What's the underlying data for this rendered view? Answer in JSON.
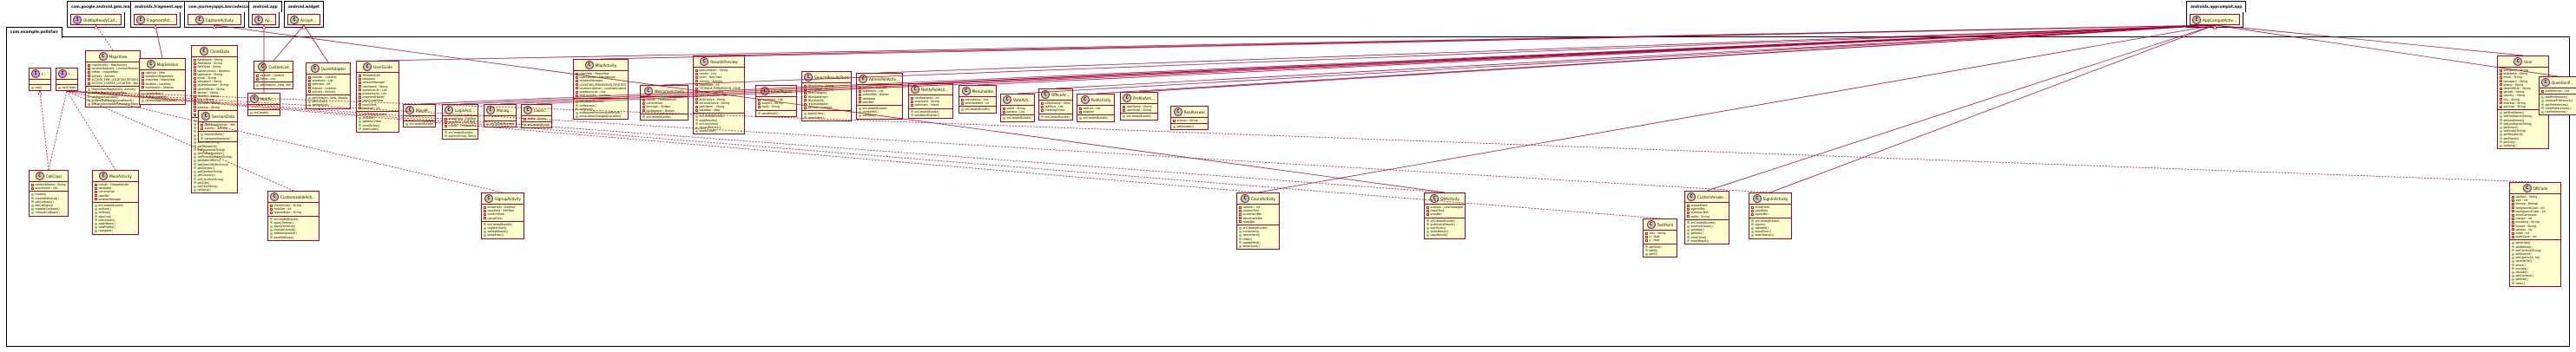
{
  "external_packages": [
    {
      "name": "com.google.android.gms.maps",
      "classes": [
        "OnMapReadyCallback"
      ]
    },
    {
      "name": "androidx.fragment.app",
      "classes": [
        "FragmentActivity"
      ]
    },
    {
      "name": "com.journeyapps.barcodescanner",
      "classes": [
        "CaptureActivity"
      ]
    },
    {
      "name": "android.app",
      "classes": [
        "Application"
      ]
    },
    {
      "name": "android.widget",
      "classes": [
        "ArrayAdapter"
      ]
    },
    {
      "name": "androidx.appcompat.app",
      "classes": [
        "AppCompatActivity"
      ]
    }
  ],
  "main_package": "com.example.pollsfair",
  "classes": [
    {
      "name": "ICallableNoArgs",
      "kind": "i",
      "sections": [
        [],
        [
          "+ call()"
        ]
      ]
    },
    {
      "name": "ICallableArgs",
      "kind": "i",
      "sections": [
        [],
        [
          "+ call(Object)"
        ]
      ]
    },
    {
      "name": "MapsView",
      "kind": "c",
      "sections": [
        [
          "- mapActivity : MapActivity",
          "- locationRequest : LocationRequest",
          "- mMap : GoogleMap",
          "- activity : Activity",
          "- ACCESS_FINE_LOCATION_REQUEST_CODE",
          "- ACCESS_COARSE_LOCATION : Boolean"
        ],
        [
          "+ MapsView(MapActivity, Activity)",
          "+ onMapReady(GoogleMap)",
          "+ getMapIfAvailable()",
          "+ onRequestPermissionsResult()",
          "+ setLocationUpdates(locationManager)"
        ]
      ]
    },
    {
      "name": "MapSession",
      "kind": "c",
      "sections": [
        [
          "- userList : Map",
          "- questionsRepository",
          "- mapView : MapsView",
          "- location : Location",
          "- mySession : Session"
        ],
        [
          "+ updateMap()",
          "+ onMapLoaded()",
          "+ refreshMapQuestions()"
        ]
      ]
    },
    {
      "name": "ClientData",
      "kind": "c",
      "sections": [
        [
          "- fieldName : String",
          "- fieldValue : String",
          "- fieldType : String",
          "- isAnonymous : Boolean",
          "- username : String",
          "- email : String",
          "- password : String",
          "- phoneNumber : String",
          "- dateOfBirth : String",
          "- gender : String",
          "- country : String",
          "- city : String",
          "- zipCode : String",
          "- address : String",
          "- questionsCount : int",
          "- answersCount : int"
        ],
        [
          "+ getFieldName()",
          "+ getFieldValue()",
          "+ setFieldValue(String)",
          "+ getUsername()",
          "+ setUsername(String)",
          "+ getEmail()",
          "+ setEmail(String)",
          "+ getPassword()",
          "+ setPassword(String)",
          "+ getPhoneNumber()",
          "+ setPhoneNumber(String)",
          "+ getDateOfBirth()",
          "+ setDateOfBirth(String)",
          "+ getGender()",
          "+ setGender(String)",
          "+ getCountry()",
          "+ setCountry(String)",
          "+ getCity()",
          "+ setCity(String)",
          "+ toString()"
        ]
      ]
    },
    {
      "name": "SessionData",
      "kind": "c",
      "sections": [
        [
          "- dateTimeFormat : String",
          "- activity : Activity"
        ],
        [
          "+ SessionData()",
          "+ compareSessions()"
        ]
      ]
    },
    {
      "name": "NotificationApp",
      "kind": "c",
      "sections": [
        [],
        [
          "+ onCreate()"
        ]
      ]
    },
    {
      "name": "CustomList",
      "kind": "c",
      "sections": [
        [
          "- context : Context",
          "- items : List"
        ],
        [
          "+ getView(int, View, ViewGroup)"
        ]
      ]
    },
    {
      "name": "QuestAdapter",
      "kind": "c",
      "sections": [
        [
          "- context : Context",
          "- questions : List",
          "- selected : int",
          "- listener : Listener",
          "- activity : Activity"
        ],
        [
          "+ getView(int, View, ViewGroup)",
          "+ getCount()",
          "+ getItem(int)"
        ]
      ]
    },
    {
      "name": "UserGuide",
      "kind": "c",
      "sections": [
        [
          "- firebaseAuth",
          "- database",
          "- sessionManager",
          "- userName : String",
          "- questionList : List",
          "- answersList : List",
          "- fragmentHolder",
          "- userGuideView",
          "- scrollView",
          "- textSize : int"
        ],
        [
          "+ onCreate(Bundle)",
          "+ onStart()",
          "+ goBack(View)",
          "+ scrollToTop()",
          "+ loadGuide()"
        ]
      ]
    },
    {
      "name": "MainMenuActivity",
      "kind": "c",
      "sections": [
        [],
        [
          "+ onCreate(Bundle)"
        ]
      ]
    },
    {
      "name": "LoginActivity",
      "kind": "c",
      "sections": [
        [
          "- emailField : EditText",
          "- passField : EditText",
          "- mAuth : FirebaseAuth"
        ],
        [
          "+ onCreate(Bundle)",
          "+ signIn(String, String)"
        ]
      ]
    },
    {
      "name": "ManagerActivity",
      "kind": "c",
      "sections": [
        [],
        [
          "+ onCreate(Bundle)"
        ]
      ]
    },
    {
      "name": "LaunchPoll",
      "kind": "c",
      "sections": [
        [
          "- pollId : String"
        ],
        [
          "+ onCreate(Bundle)"
        ]
      ]
    },
    {
      "name": "MapActivity",
      "kind": "c",
      "sections": [
        [
          "- mapView : MapsView",
          "- mapSession : MapSession",
          "- locationManager",
          "- LOCATION_PERMISSION_REQUEST",
          "- locationListener : LocationListener",
          "- questionsList : List",
          "- lastLocation : Location"
        ],
        [
          "+ onCreate(Bundle)",
          "+ onResume()",
          "+ onPause()",
          "+ onRequestPermissionsResult()",
          "+ onLocationChanged(Location)"
        ]
      ]
    },
    {
      "name": "WelcomeActivity",
      "kind": "c",
      "sections": [
        [
          "- mAuth : FirebaseAuth",
          "- currentUser",
          "- btnLogin : Button",
          "- btnRegister : Button"
        ],
        [
          "+ onCreate(Bundle)"
        ]
      ]
    },
    {
      "name": "ResultsPreview",
      "kind": "c",
      "sections": [
        [
          "- pollQuestion : String",
          "- results : List",
          "- chart : BarChart",
          "- activity : Activity",
          "- totalVotes : int",
          "- STORAGE_PERMISSION_CODE",
          "- context : Context",
          "- selectedOption : int",
          "- firstChoice : String",
          "- secondChoice : String",
          "- pollOwner : String",
          "- voteMap : Map"
        ],
        [
          "+ onCreate(Bundle)",
          "+ loadResults()",
          "+ onClick(View)",
          "+ exportResults()",
          "+ showChart()"
        ]
      ]
    },
    {
      "name": "EmailAgent",
      "kind": "c",
      "sections": [
        [
          "- recipients : List",
          "- subject : String",
          "- body : String"
        ],
        [
          "+ sendEmail()"
        ]
      ]
    },
    {
      "name": "SearchResultsTools",
      "kind": "c",
      "sections": [
        [
          "- filterQuery : String",
          "- sortOption : String",
          "- filterCategory",
          "- filterDateFrom",
          "- filterDateTo",
          "- resultsAdapter",
          "- context : Context"
        ],
        [
          "+ applyFilter()",
          "+ clearFilter()"
        ]
      ]
    },
    {
      "name": "AdminPollActivity",
      "kind": "c",
      "sections": [
        [
          "- pollTitle : EditText",
          "- questions : List",
          "- submitBtn : Button",
          "- database",
          "- pollsRef"
        ],
        [
          "+ onCreate(Bundle)",
          "+ createPoll()",
          "+ validate()"
        ]
      ]
    },
    {
      "name": "NotifyPollActivity",
      "kind": "c",
      "sections": [
        [
          "- notificationId : int",
          "- channelId : String",
          "- pollIntent : Intent"
        ],
        [
          "+ onCreate(Bundle)",
          "+ sendNotification()"
        ]
      ]
    },
    {
      "name": "Menuholder",
      "kind": "c",
      "sections": [
        [
          "- menuItems : List",
          "- selectedItem : int"
        ],
        [
          "+ onCreate(Bundle)"
        ]
      ]
    },
    {
      "name": "VoteActivity",
      "kind": "c",
      "sections": [
        [
          "- pollId : String",
          "- options : List"
        ],
        [
          "+ onCreate(Bundle)"
        ]
      ]
    },
    {
      "name": "OfficeActivity",
      "kind": "c",
      "sections": [
        [
          "- officeName : String",
          "- staffList : List",
          "- meetingTimes"
        ],
        [
          "+ onCreate(Bundle)"
        ]
      ]
    },
    {
      "name": "PollActivity",
      "kind": "c",
      "sections": [
        [
          "- pollList : List",
          "- adapter"
        ],
        [
          "+ onCreate(Bundle)"
        ]
      ]
    },
    {
      "name": "ProfileActivity",
      "kind": "c",
      "sections": [
        [
          "- userName : String",
          "- userEmail : String"
        ],
        [
          "+ onCreate(Bundle)"
        ]
      ]
    },
    {
      "name": "RealAnswer",
      "kind": "c",
      "sections": [
        [
          "- answer : String"
        ],
        [
          "+ getAnswer()"
        ]
      ]
    },
    {
      "name": "User",
      "kind": "c",
      "sections": [
        [
          "- firstName : String",
          "- lastName : String",
          "- email : String",
          "- password : String",
          "- phone : String",
          "- dateOfBirth : String",
          "- gender : String",
          "- country : String",
          "- city : String",
          "- address : String",
          "- zipCode : String"
        ],
        [
          "+ getFirstName()",
          "+ setFirstName(String)",
          "+ getLastName()",
          "+ setLastName(String)",
          "+ getEmail()",
          "+ setEmail(String)",
          "+ getPassword()",
          "+ getPhone()",
          "+ getCity()",
          "+ toString()"
        ]
      ]
    },
    {
      "name": "QuestionPreference",
      "kind": "c",
      "sections": [
        [
          "- preferences : List"
        ],
        [
          "+ addPreference()",
          "+ removePreference()",
          "+ getPreferences()",
          "+ clearPreferences()",
          "+ hasPreference()"
        ]
      ]
    },
    {
      "name": "CallClass",
      "kind": "c",
      "sections": [
        [
          "- callbackName : String",
          "- arguments : List"
        ],
        [
          "+ invoke()",
          "+ invokeWithArgs()",
          "+ getCallback()",
          "+ setCallback()",
          "+ registerCallback()",
          "+ removeCallback()"
        ]
      ]
    },
    {
      "name": "MainActivity",
      "kind": "c",
      "sections": [
        [
          "- mAuth : FirebaseAuth",
          "- database",
          "- currentUser",
          "- userRef",
          "- sessionManager"
        ],
        [
          "+ onCreate(Bundle)",
          "+ onStart()",
          "+ onStop()",
          "+ signOut()",
          "+ checkUser()",
          "+ openMenu()",
          "+ loadProfile()",
          "+ navigate()"
        ]
      ]
    },
    {
      "name": "CustomizableActivity",
      "kind": "c",
      "sections": [
        [
          "- themeColor : String",
          "- fontSize : int",
          "- layoutMode : String"
        ],
        [
          "+ onCreate(Bundle)",
          "+ applyTheme()",
          "+ applyFontSize()",
          "+ changeLayout()",
          "+ setBackground()",
          "+ saveSettings()"
        ]
      ]
    },
    {
      "name": "SignupActivity",
      "kind": "c",
      "sections": [
        [
          "- emailField : EditText",
          "- passField : EditText",
          "- confirmField",
          "- nameField"
        ],
        [
          "+ onCreate(Bundle)",
          "+ registerUser()",
          "+ validateInput()",
          "+ showError()"
        ]
      ]
    },
    {
      "name": "CountActivity",
      "kind": "c",
      "sections": [
        [
          "- counter : int",
          "- counterText",
          "- incrementBtn",
          "- decrementBtn",
          "- resetBtn"
        ],
        [
          "+ onCreate(Bundle)",
          "+ increment()",
          "+ decrement()",
          "+ reset()",
          "+ updateText()",
          "+ saveCount()"
        ]
      ]
    },
    {
      "name": "QRActivity",
      "kind": "c",
      "sections": [
        [
          "- scanner : IntentIntegrator",
          "- resultText",
          "- scanBtn"
        ],
        [
          "+ onCreate(Bundle)",
          "+ onActivityResult()",
          "+ startScan()",
          "+ showResult()",
          "+ copyResult()"
        ]
      ]
    },
    {
      "name": "TextPoint",
      "kind": "c",
      "sections": [
        [
          "- text : String",
          "- x : float",
          "- y : float"
        ],
        [
          "+ getText()",
          "+ getX()",
          "+ getY()"
        ]
      ]
    },
    {
      "name": "CustomAnswerActivity",
      "kind": "c",
      "sections": [
        [
          "- answerField",
          "- submitBtn",
          "- questionText",
          "- pollId : String"
        ],
        [
          "+ onCreate(Bundle)",
          "+ submitAnswer()",
          "+ validate()",
          "+ goBack()",
          "+ clearField()",
          "+ showResult()"
        ]
      ]
    },
    {
      "name": "SignInActivity",
      "kind": "c",
      "sections": [
        [
          "- emailField",
          "- passField",
          "- signInBtn"
        ],
        [
          "+ onCreate(Bundle)",
          "+ signIn()",
          "+ validate()",
          "+ showError()",
          "+ openSignup()"
        ]
      ]
    },
    {
      "name": "QRCode",
      "kind": "c",
      "sections": [
        [
          "- content : String",
          "- size : int",
          "- bitmap : Bitmap",
          "- foregroundColor : int",
          "- backgroundColor : int",
          "- errorCorrection",
          "- margin : int",
          "- encoding : String",
          "- format : String",
          "- version : int",
          "- mask : int",
          "- quietZone : int"
        ],
        [
          "+ generate()",
          "+ getBitmap()",
          "+ setContent(String)",
          "+ setSize(int)",
          "+ setColors(int, int)",
          "+ saveToFile()",
          "+ share()",
          "+ encode()",
          "+ decode()",
          "+ getContent()",
          "+ getSize()",
          "+ clear()"
        ]
      ]
    }
  ]
}
